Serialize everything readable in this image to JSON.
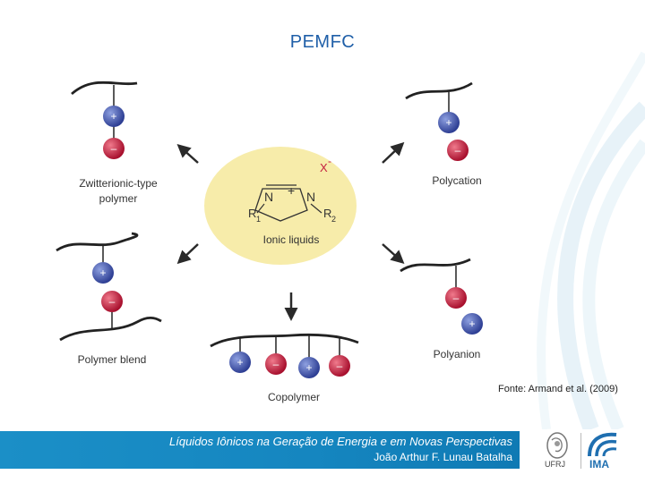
{
  "slide": {
    "title": "PEMFC",
    "source": "Fonte: Armand et al. (2009)"
  },
  "diagram": {
    "center": {
      "label": "Ionic liquids",
      "anion": "X",
      "anion_charge": "-",
      "ring_charge": "+",
      "n1": "N",
      "n2": "N",
      "r1": "R",
      "r1_sub": "1",
      "r2": "R",
      "r2_sub": "2"
    },
    "labels": {
      "zwitterionic_line1": "Zwitterionic-type",
      "zwitterionic_line2": "polymer",
      "polycation": "Polycation",
      "polymer_blend": "Polymer blend",
      "polyanion": "Polyanion",
      "copolymer": "Copolymer"
    },
    "signs": {
      "plus": "+",
      "minus": "–"
    },
    "colors": {
      "cation": "#3f53a8",
      "anion": "#c42040",
      "center_fill": "#f7ecaa",
      "anion_text": "#c42040"
    }
  },
  "footer": {
    "title": "Líquidos Iônicos na Geração de Energia e em Novas Perspectivas",
    "author": "João Arthur F. Lunau Batalha",
    "logo_ufrj_label": "UFRJ",
    "logo_ima_label": "IMA"
  }
}
